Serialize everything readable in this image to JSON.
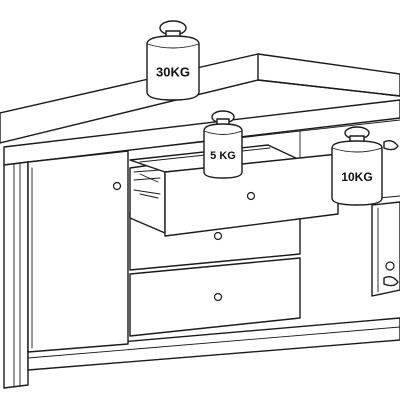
{
  "weights": {
    "top": {
      "label": "30KG"
    },
    "shelf_left": {
      "label": "5 KG"
    },
    "shelf_right": {
      "label": "10KG"
    }
  }
}
